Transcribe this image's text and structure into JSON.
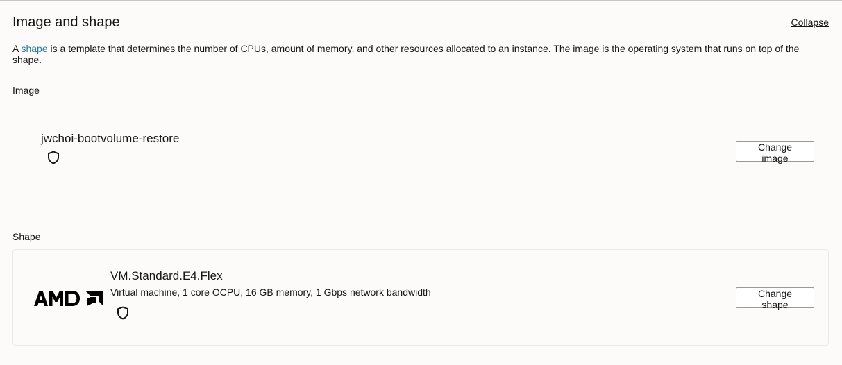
{
  "section": {
    "title": "Image and shape",
    "collapse_label": "Collapse",
    "description_prefix": "A ",
    "description_link": "shape",
    "description_suffix": " is a template that determines the number of CPUs, amount of memory, and other resources allocated to an instance. The image is the operating system that runs on top of the shape."
  },
  "image": {
    "label": "Image",
    "name": "jwchoi-bootvolume-restore",
    "icon": "shield-icon",
    "change_button_label": "Change image"
  },
  "shape": {
    "label": "Shape",
    "vendor_logo": "amd-logo",
    "name": "VM.Standard.E4.Flex",
    "details": "Virtual machine, 1 core OCPU, 16 GB memory, 1 Gbps network bandwidth",
    "icon": "shield-icon",
    "change_button_label": "Change shape"
  },
  "colors": {
    "link": "#227e9e",
    "text": "#161513",
    "background": "#fcfbfa",
    "button_border": "#9e9892"
  }
}
